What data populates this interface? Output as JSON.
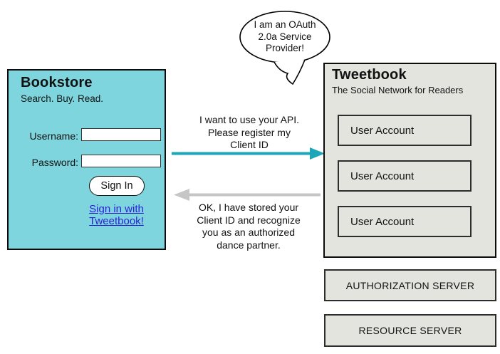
{
  "bubble": {
    "text": "I am an OAuth\n2.0a Service\nProvider!"
  },
  "bookstore": {
    "title": "Bookstore",
    "tagline": "Search. Buy. Read.",
    "username_label": "Username:",
    "password_label": "Password:",
    "sign_in_label": "Sign In",
    "link_text": "Sign in with\nTweetbook!"
  },
  "messages": {
    "request": "I want to use your API.\nPlease register my\nClient ID",
    "response": "OK, I have stored your\nClient ID and recognize\nyou as an authorized\ndance partner."
  },
  "tweetbook": {
    "title": "Tweetbook",
    "subtitle": "The Social Network for Readers",
    "user_accounts": [
      "User Account",
      "User Account",
      "User Account"
    ]
  },
  "servers": {
    "authorization_label": "AUTHORIZATION SERVER",
    "resource_label": "RESOURCE SERVER"
  },
  "colors": {
    "bookstore_fill": "#7ED5DD",
    "panel_fill": "#E4E4DF",
    "request_arrow": "#1CA7B8",
    "response_arrow": "#C6C6C6",
    "link_color": "#2B1FD6"
  }
}
